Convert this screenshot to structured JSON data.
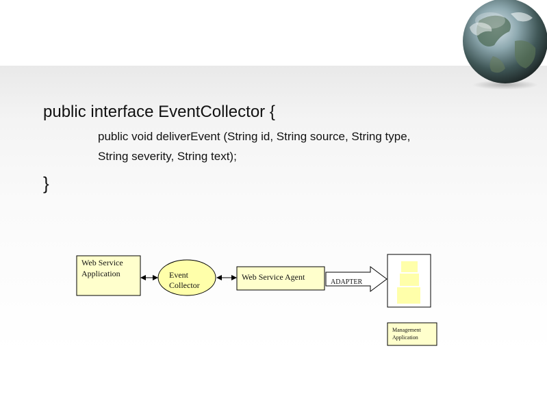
{
  "code": {
    "line1": "public interface EventCollector {",
    "line2": "public void deliverEvent (String id, String source, String type,",
    "line3": "String severity, String text);",
    "line4": "}"
  },
  "diagram": {
    "web_service_app_line1": "Web Service",
    "web_service_app_line2": "Application",
    "event_collector_line1": "Event",
    "event_collector_line2": "Collector",
    "web_service_agent": "Web Service Agent",
    "adapter": "ADAPTER",
    "mgmt_app_line1": "Management",
    "mgmt_app_line2": "Application"
  },
  "colors": {
    "box_fill": "#ffffcc",
    "ellipse_fill": "#ffffaa",
    "server_fill": "#ffffaa"
  }
}
